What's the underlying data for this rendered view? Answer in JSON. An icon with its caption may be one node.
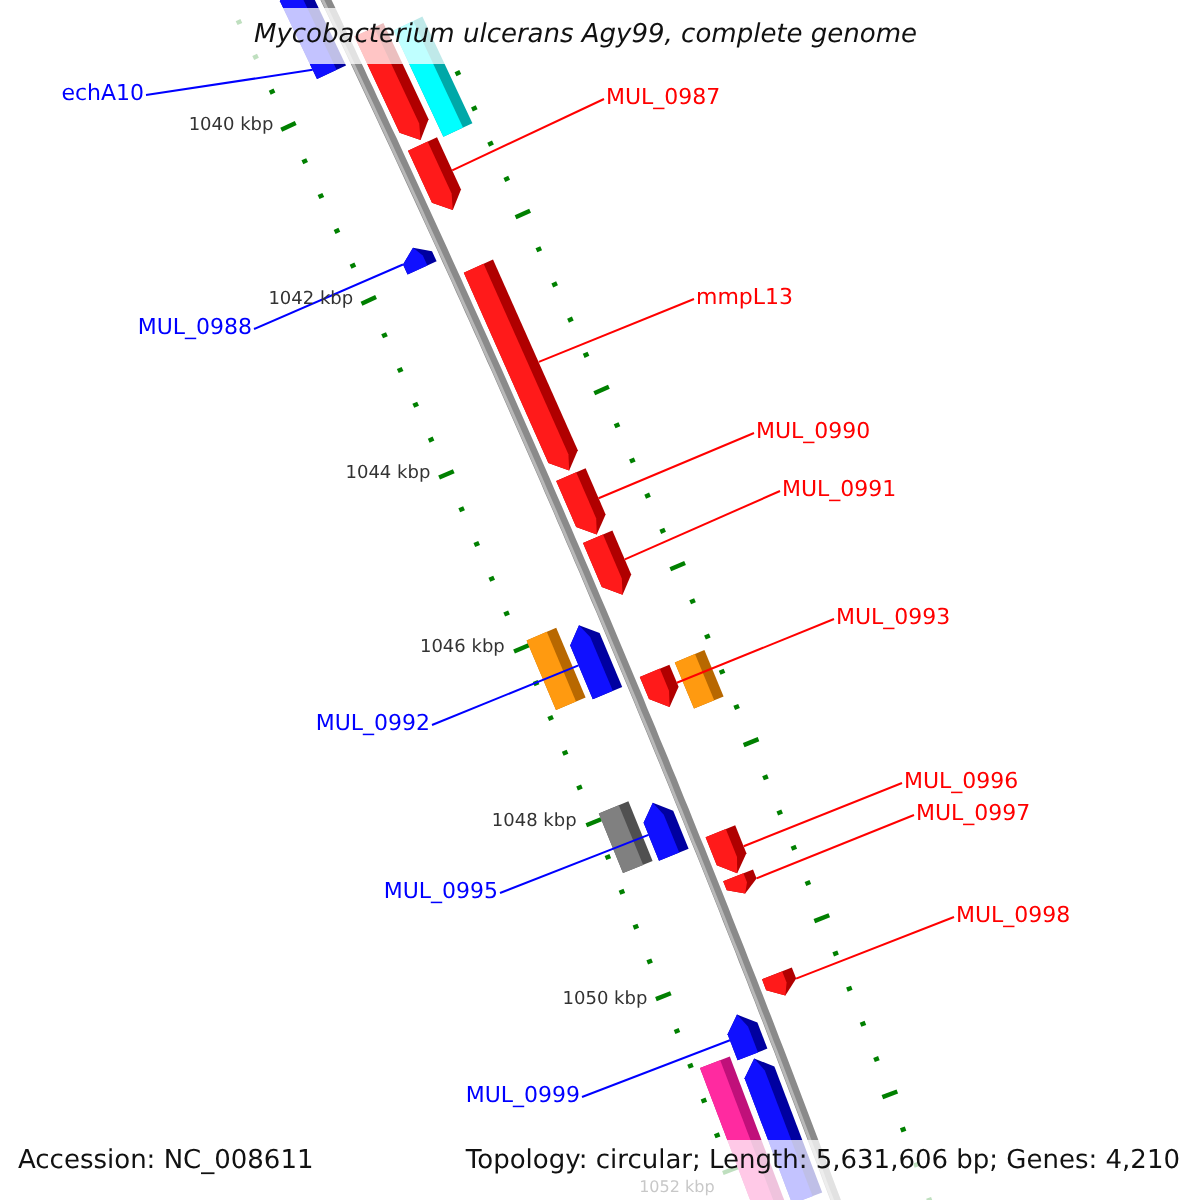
{
  "diagram": {
    "title": "Mycobacterium ulcerans Agy99, complete genome",
    "nodes": [
      {
        "text": [
          "echA10"
        ]
      },
      {
        "text": [
          "MUL_0987"
        ]
      },
      {
        "text": [
          "mmpL13"
        ]
      },
      {
        "text": [
          "MUL_0988"
        ]
      },
      {
        "text": [
          "MUL_0990"
        ]
      },
      {
        "text": [
          "MUL_0991"
        ]
      },
      {
        "text": [
          "MUL_0993"
        ]
      },
      {
        "text": [
          "MUL_0992"
        ]
      },
      {
        "text": [
          "MUL_0996"
        ]
      },
      {
        "text": [
          "MUL_0997"
        ]
      },
      {
        "text": [
          "MUL_0995"
        ]
      },
      {
        "text": [
          "MUL_0998"
        ]
      },
      {
        "text": [
          "MUL_0999"
        ]
      },
      {
        "text": [],
        "shape": "bar"
      },
      {
        "text": [],
        "shape": "bar"
      },
      {
        "text": [],
        "shape": "bar"
      },
      {
        "text": [],
        "shape": "bar"
      },
      {
        "text": [],
        "shape": "bar"
      },
      {
        "text": [],
        "shape": "bar"
      },
      {
        "text": [],
        "shape": "bar"
      },
      {
        "text": [],
        "shape": "bar"
      },
      {
        "text": [],
        "shape": "bar"
      },
      {
        "text": [],
        "shape": "bar"
      },
      {
        "text": [],
        "shape": "bar"
      },
      {
        "text": [],
        "shape": "bar"
      },
      {
        "text": [],
        "shape": "bar"
      }
    ],
    "edges": [
      {
        "from": 0,
        "to": 13,
        "arrow": "none",
        "color": "#0000ff"
      },
      {
        "from": 1,
        "to": 14,
        "arrow": "none"
      },
      {
        "from": 2,
        "to": 15,
        "arrow": "none"
      },
      {
        "from": 3,
        "to": 16,
        "arrow": "none",
        "color": "#0000ff"
      },
      {
        "from": 4,
        "to": 17,
        "arrow": "none"
      },
      {
        "from": 5,
        "to": 18,
        "arrow": "none"
      },
      {
        "from": 6,
        "to": 19,
        "arrow": "none"
      },
      {
        "from": 7,
        "to": 20,
        "arrow": "none",
        "color": "#0000ff"
      },
      {
        "from": 8,
        "to": 21,
        "arrow": "none"
      },
      {
        "from": 9,
        "to": 22,
        "arrow": "none"
      },
      {
        "from": 10,
        "to": 23,
        "arrow": "none",
        "color": "#0000ff"
      },
      {
        "from": 11,
        "to": 24,
        "arrow": "none"
      },
      {
        "from": 12,
        "to": 25,
        "arrow": "none",
        "color": "#0000ff"
      }
    ],
    "labels": [
      "1040 kbp",
      "1042 kbp",
      "1044 kbp",
      "1046 kbp",
      "1048 kbp",
      "1050 kbp",
      "1052 kbp",
      "Accession: NC_008611",
      "Topology: circular; Length: 5,631,606 bp; Genes: 4,210"
    ]
  }
}
